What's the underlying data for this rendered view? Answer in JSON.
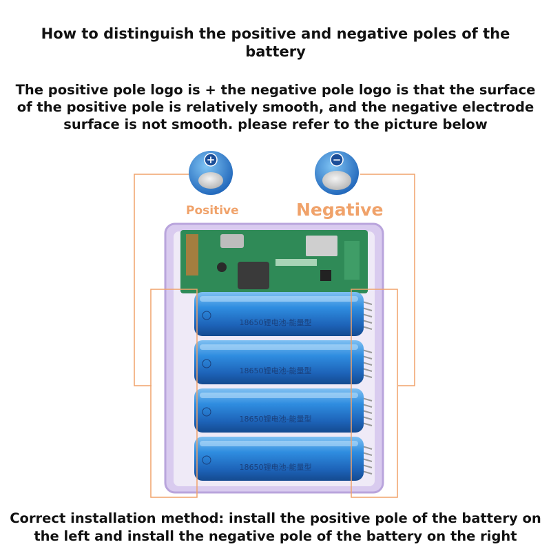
{
  "title": "How to distinguish the positive and negative poles of the battery",
  "description": "The positive pole logo is + the negative pole logo is that the surface of the positive pole is relatively smooth, and the negative electrode surface is not smooth. please refer to the picture below",
  "labels": {
    "positive": "Positive",
    "negative": "Negative"
  },
  "pole_symbols": {
    "positive": "+",
    "negative": "−"
  },
  "battery_cells": [
    {
      "marking": "18650锂电池-能量型"
    },
    {
      "marking": "18650锂电池-能量型"
    },
    {
      "marking": "18650锂电池-能量型"
    },
    {
      "marking": "18650锂电池-能量型"
    }
  ],
  "footer": "Correct installation method: install the positive pole of the battery on the left and install the negative pole of the battery on the right",
  "colors": {
    "accent_orange": "#f0a26a",
    "battery_blue": "#2b7fd6",
    "case_purple": "#c9b6e4",
    "pcb_green": "#2f8a57"
  }
}
